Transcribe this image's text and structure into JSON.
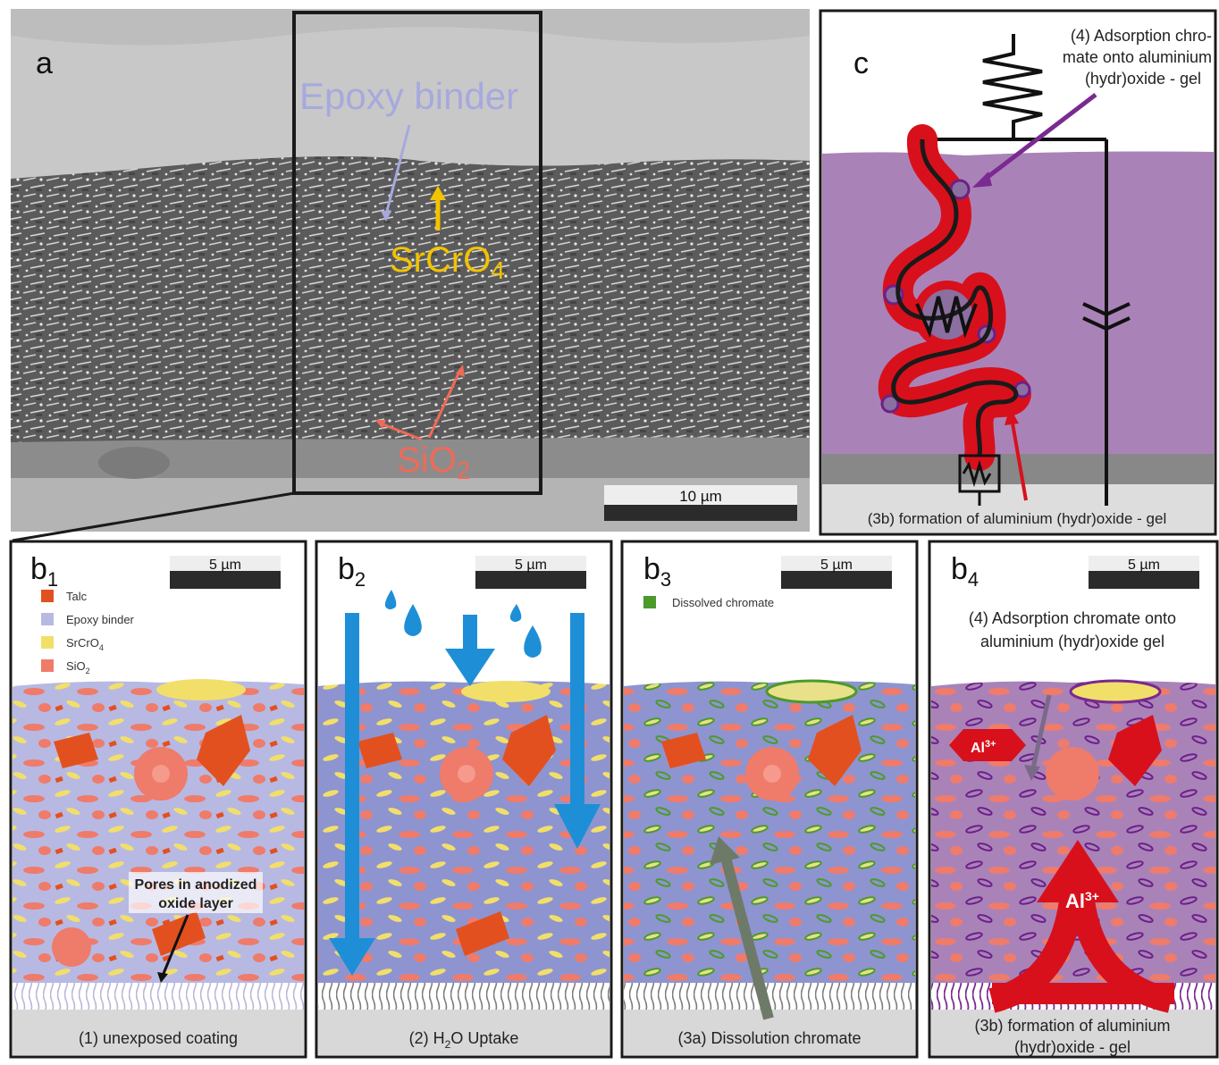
{
  "panel_a": {
    "letter": "a",
    "epoxy_label": "Epoxy binder",
    "srcro4_label": "SrCrO",
    "srcro4_sub": "4",
    "sio2_label": "SiO",
    "sio2_sub": "2",
    "scale_text": "10 µm"
  },
  "panel_c": {
    "letter": "c",
    "top_label_lines": [
      "(4) Adsorption chro-",
      "mate onto aluminium",
      "(hydr)oxide - gel"
    ],
    "bottom_label": "(3b) formation of aluminium (hydr)oxide - gel"
  },
  "panel_b1": {
    "letter": "b",
    "letter_sub": "1",
    "scale_text": "5 µm",
    "legend": [
      {
        "label": "Talc",
        "color": "#e3501f"
      },
      {
        "label": "Epoxy binder",
        "color": "#b7b9e3"
      },
      {
        "label": "SrCrO",
        "sub": "4",
        "color": "#f2df6a"
      },
      {
        "label": "SiO",
        "sub": "2",
        "color": "#ef7b6b"
      }
    ],
    "pores_label_lines": [
      "Pores in anodized",
      "oxide layer"
    ],
    "caption": "(1) unexposed coating"
  },
  "panel_b2": {
    "letter": "b",
    "letter_sub": "2",
    "scale_text": "5 µm",
    "caption_pre": "(2) H",
    "caption_sub": "2",
    "caption_post": "O Uptake"
  },
  "panel_b3": {
    "letter": "b",
    "letter_sub": "3",
    "scale_text": "5 µm",
    "legend": [
      {
        "label": "Dissolved chromate",
        "color": "#4c9a2a"
      }
    ],
    "caption": "(3a) Dissolution chromate"
  },
  "panel_b4": {
    "letter": "b",
    "letter_sub": "4",
    "scale_text": "5 µm",
    "top_label_lines": [
      "(4) Adsorption chromate onto",
      "aluminium (hydr)oxide gel"
    ],
    "al_label": "Al",
    "al_sup": "3+",
    "caption_lines": [
      "(3b) formation of aluminium",
      "(hydr)oxide - gel"
    ]
  },
  "colors": {
    "talc": "#e3501f",
    "epoxy": "#b7b9e3",
    "srcro4": "#f2df6a",
    "sio2": "#ef7b6b",
    "water": "#1e8fd6",
    "chromate": "#4c9a2a",
    "gel": "#a983b8",
    "al3": "#d8101c"
  }
}
